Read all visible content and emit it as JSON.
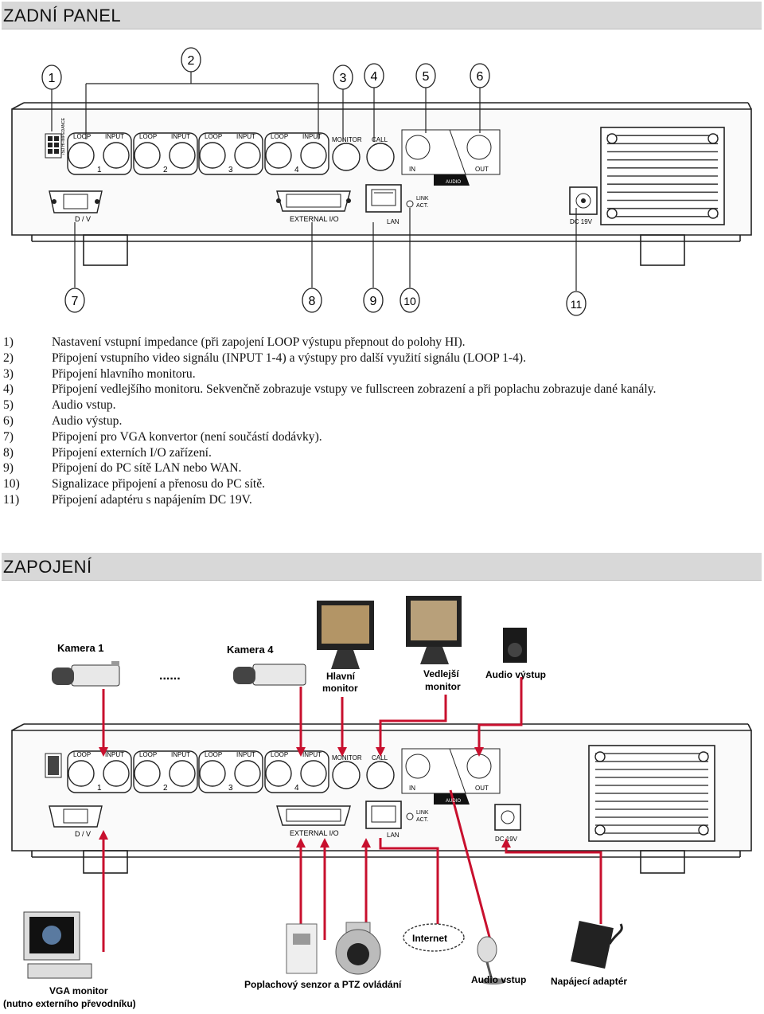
{
  "sections": {
    "rear_panel_title": "ZADNÍ PANEL",
    "connection_title": "ZAPOJENÍ"
  },
  "rear_panel": {
    "callout_numbers": [
      "1",
      "2",
      "3",
      "4",
      "5",
      "6",
      "7",
      "8",
      "9",
      "10",
      "11"
    ],
    "labels": {
      "impedance": "75Ω HI-IMPEDANCE",
      "loop": "LOOP",
      "input": "INPUT",
      "channel_numbers": [
        "1",
        "2",
        "3",
        "4"
      ],
      "monitor": "MONITOR",
      "call": "CALL",
      "audio_in": "IN",
      "audio_out": "OUT",
      "audio_plate": "AUDIO",
      "dv": "D / V",
      "external_io": "EXTERNAL I/O",
      "lan": "LAN",
      "link": "LINK",
      "act": "ACT.",
      "dc": "DC 19V"
    }
  },
  "descriptions": [
    {
      "num": "1)",
      "text": "Nastavení vstupní impedance (při zapojení LOOP výstupu přepnout do polohy HI)."
    },
    {
      "num": "2)",
      "text": "Připojení vstupního video signálu (INPUT 1-4) a výstupy pro další využití signálu (LOOP 1-4)."
    },
    {
      "num": "3)",
      "text": "Připojení hlavního monitoru."
    },
    {
      "num": "4)",
      "text": "Připojení vedlejšího monitoru. Sekvenčně zobrazuje vstupy ve fullscreen zobrazení a při poplachu zobrazuje dané kanály."
    },
    {
      "num": "5)",
      "text": "Audio vstup."
    },
    {
      "num": "6)",
      "text": "Audio výstup."
    },
    {
      "num": "7)",
      "text": "Připojení pro VGA konvertor (není součástí dodávky)."
    },
    {
      "num": "8)",
      "text": "Připojení externích I/O zařízení."
    },
    {
      "num": "9)",
      "text": "Připojení do PC sítě LAN nebo WAN."
    },
    {
      "num": "10)",
      "text": "Signalizace připojení a přenosu do PC sítě."
    },
    {
      "num": "11)",
      "text": "Připojení adaptéru s napájením DC 19V."
    }
  ],
  "wiring": {
    "camera_1": "Kamera 1",
    "camera_4": "Kamera 4",
    "dots": "......",
    "main_monitor": [
      "Hlavní",
      "monitor"
    ],
    "secondary_monitor": [
      "Vedlejší",
      "monitor"
    ],
    "audio_output": "Audio výstup",
    "vga_monitor": [
      "VGA monitor",
      "(nutno externího převodníku)"
    ],
    "alarm_ptz": "Poplachový senzor a PTZ ovládání",
    "internet": "Internet",
    "audio_input": "Audio vstup",
    "power_adapter": "Napájecí adaptér"
  },
  "colors": {
    "section_bar": "#d8d8d8",
    "wire": "#c8102e",
    "panel_line": "#222222"
  }
}
